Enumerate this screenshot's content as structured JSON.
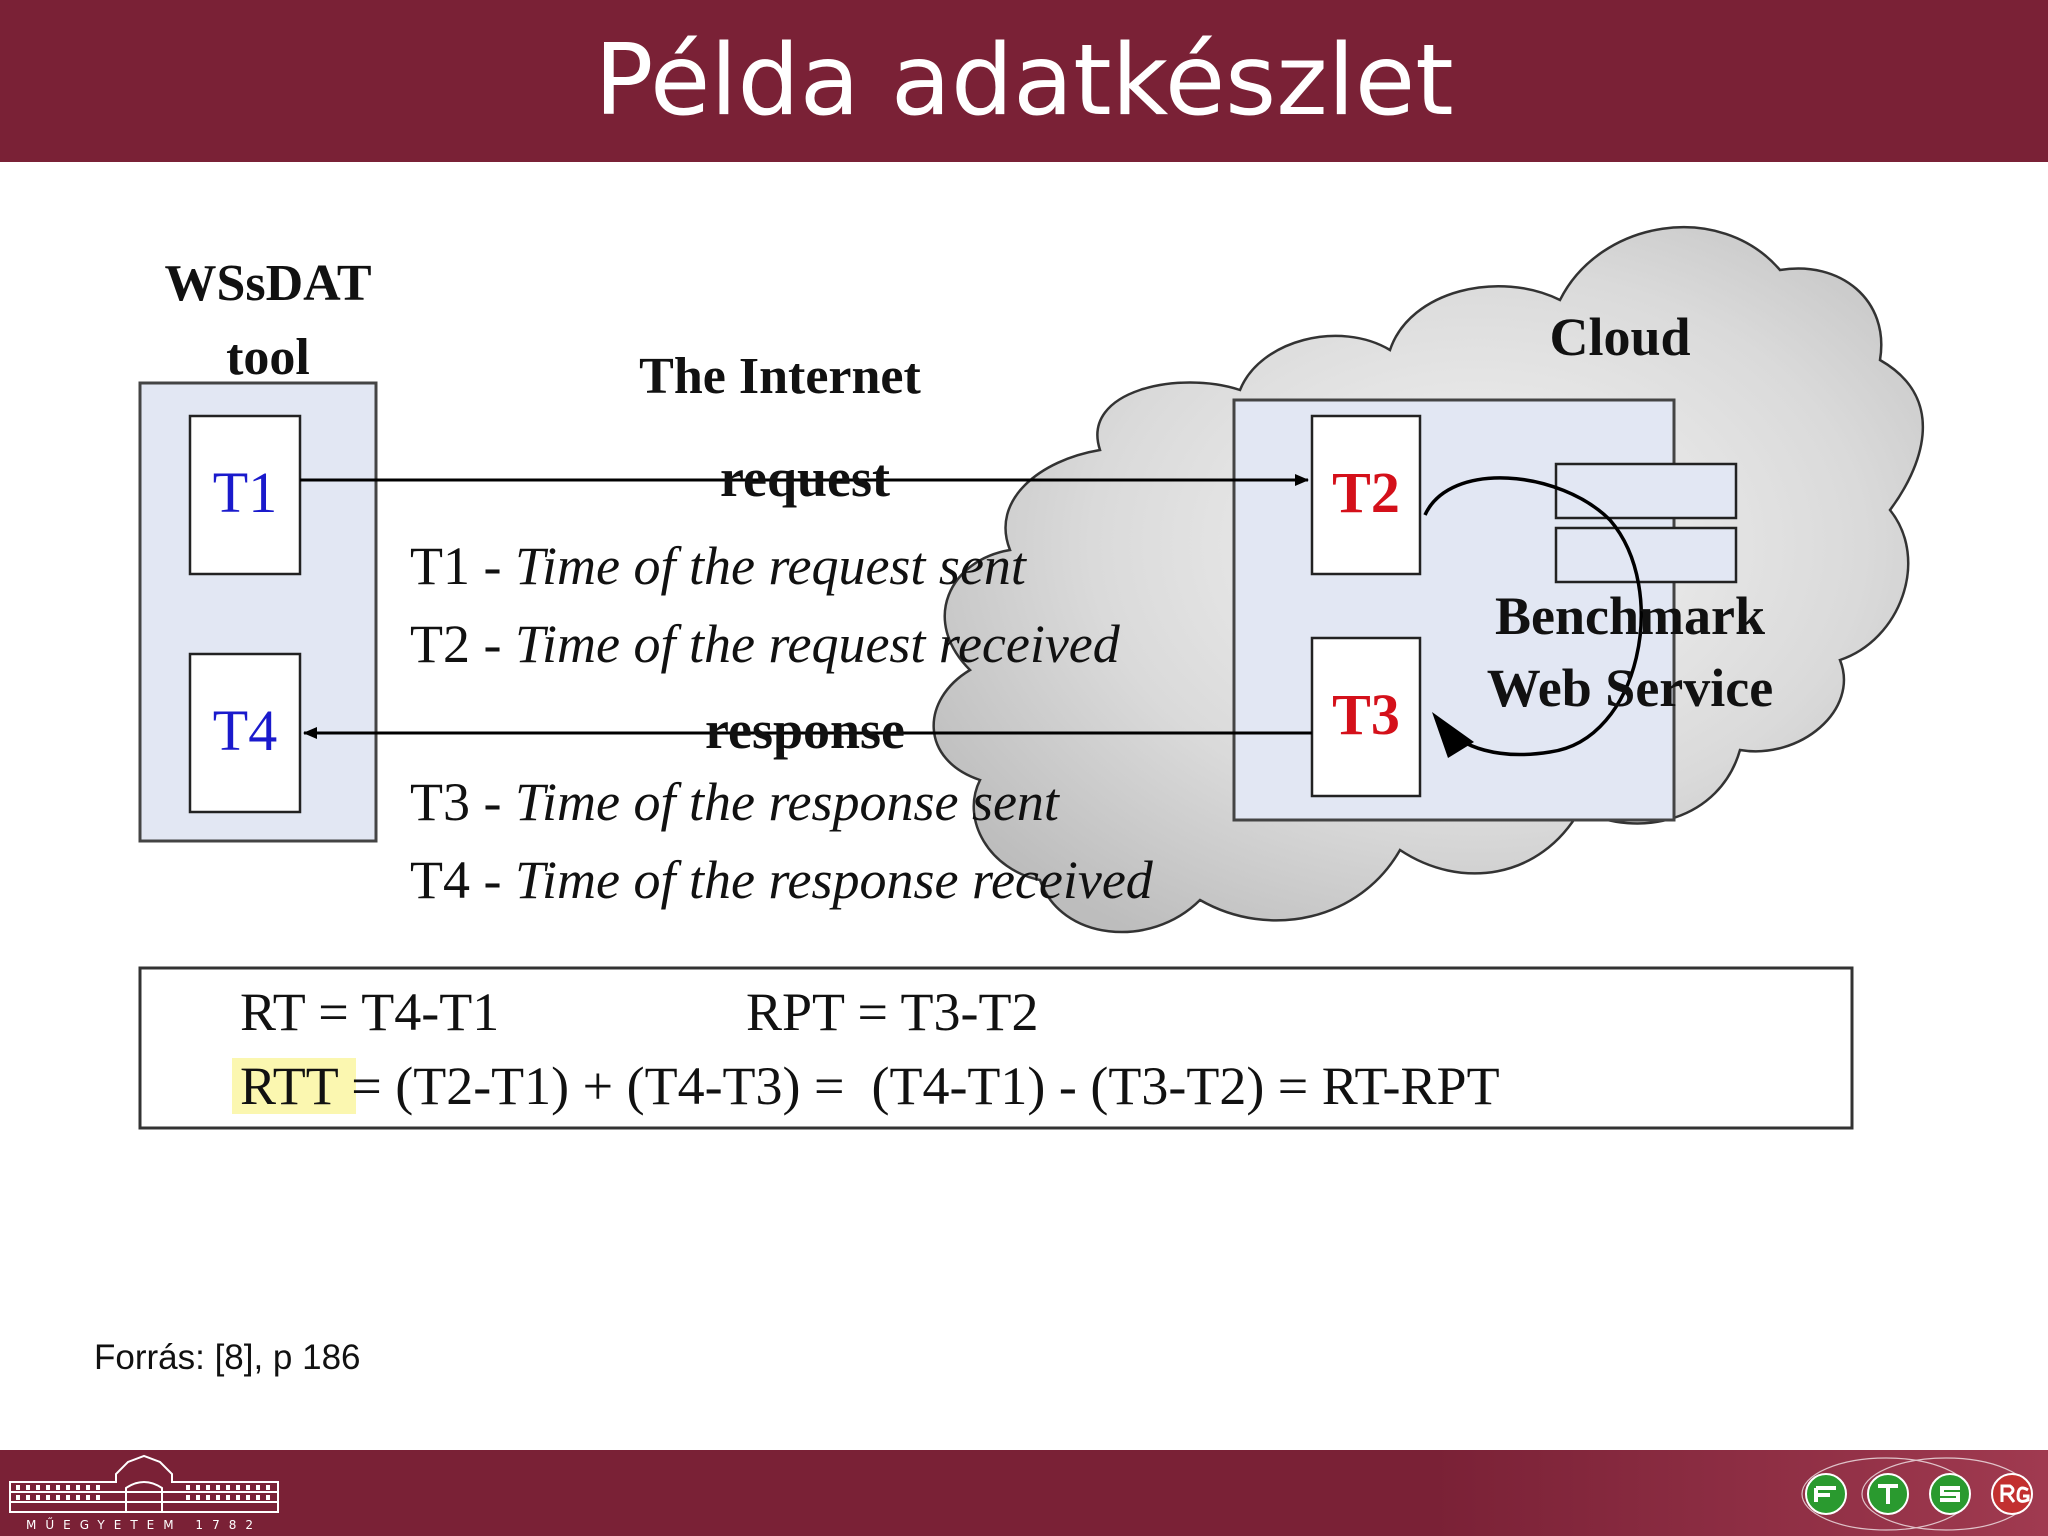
{
  "slide": {
    "title": "Példa adatkészlet",
    "source": "Forrás: [8], p 186"
  },
  "diagram": {
    "client_label_line1": "WSsDAT",
    "client_label_line2": "tool",
    "internet_label": "The Internet",
    "cloud_label": "Cloud",
    "t1": "T1",
    "t2": "T2",
    "t3": "T3",
    "t4": "T4",
    "request_label": "request",
    "response_label": "response",
    "service_label_line1": "Benchmark",
    "service_label_line2": "Web Service",
    "desc_t1_prefix": "T1 - ",
    "desc_t1": "Time of the request sent",
    "desc_t2_prefix": "T2 - ",
    "desc_t2": "Time of the request received",
    "desc_t3_prefix": "T3 - ",
    "desc_t3": "Time of the response sent",
    "desc_t4_prefix": "T4 - ",
    "desc_t4": "Time of the response received",
    "formula_rt": "RT = T4-T1",
    "formula_rpt": "RPT = T3-T2",
    "formula_rtt_term": "RTT",
    "formula_rtt_rest": " = (T2-T1) + (T4-T3) =  (T4-T1) - (T3-T2) = RT-RPT"
  },
  "colors": {
    "header": "#7a2136",
    "t1_t4_text": "#1a1acc",
    "t2_t3_text": "#d4101a",
    "box_fill": "#e2e7f3",
    "highlight": "#fbf7b0"
  },
  "logos": {
    "left": "Műegyetem 1782 building logo",
    "right": "FTSRG logo"
  }
}
